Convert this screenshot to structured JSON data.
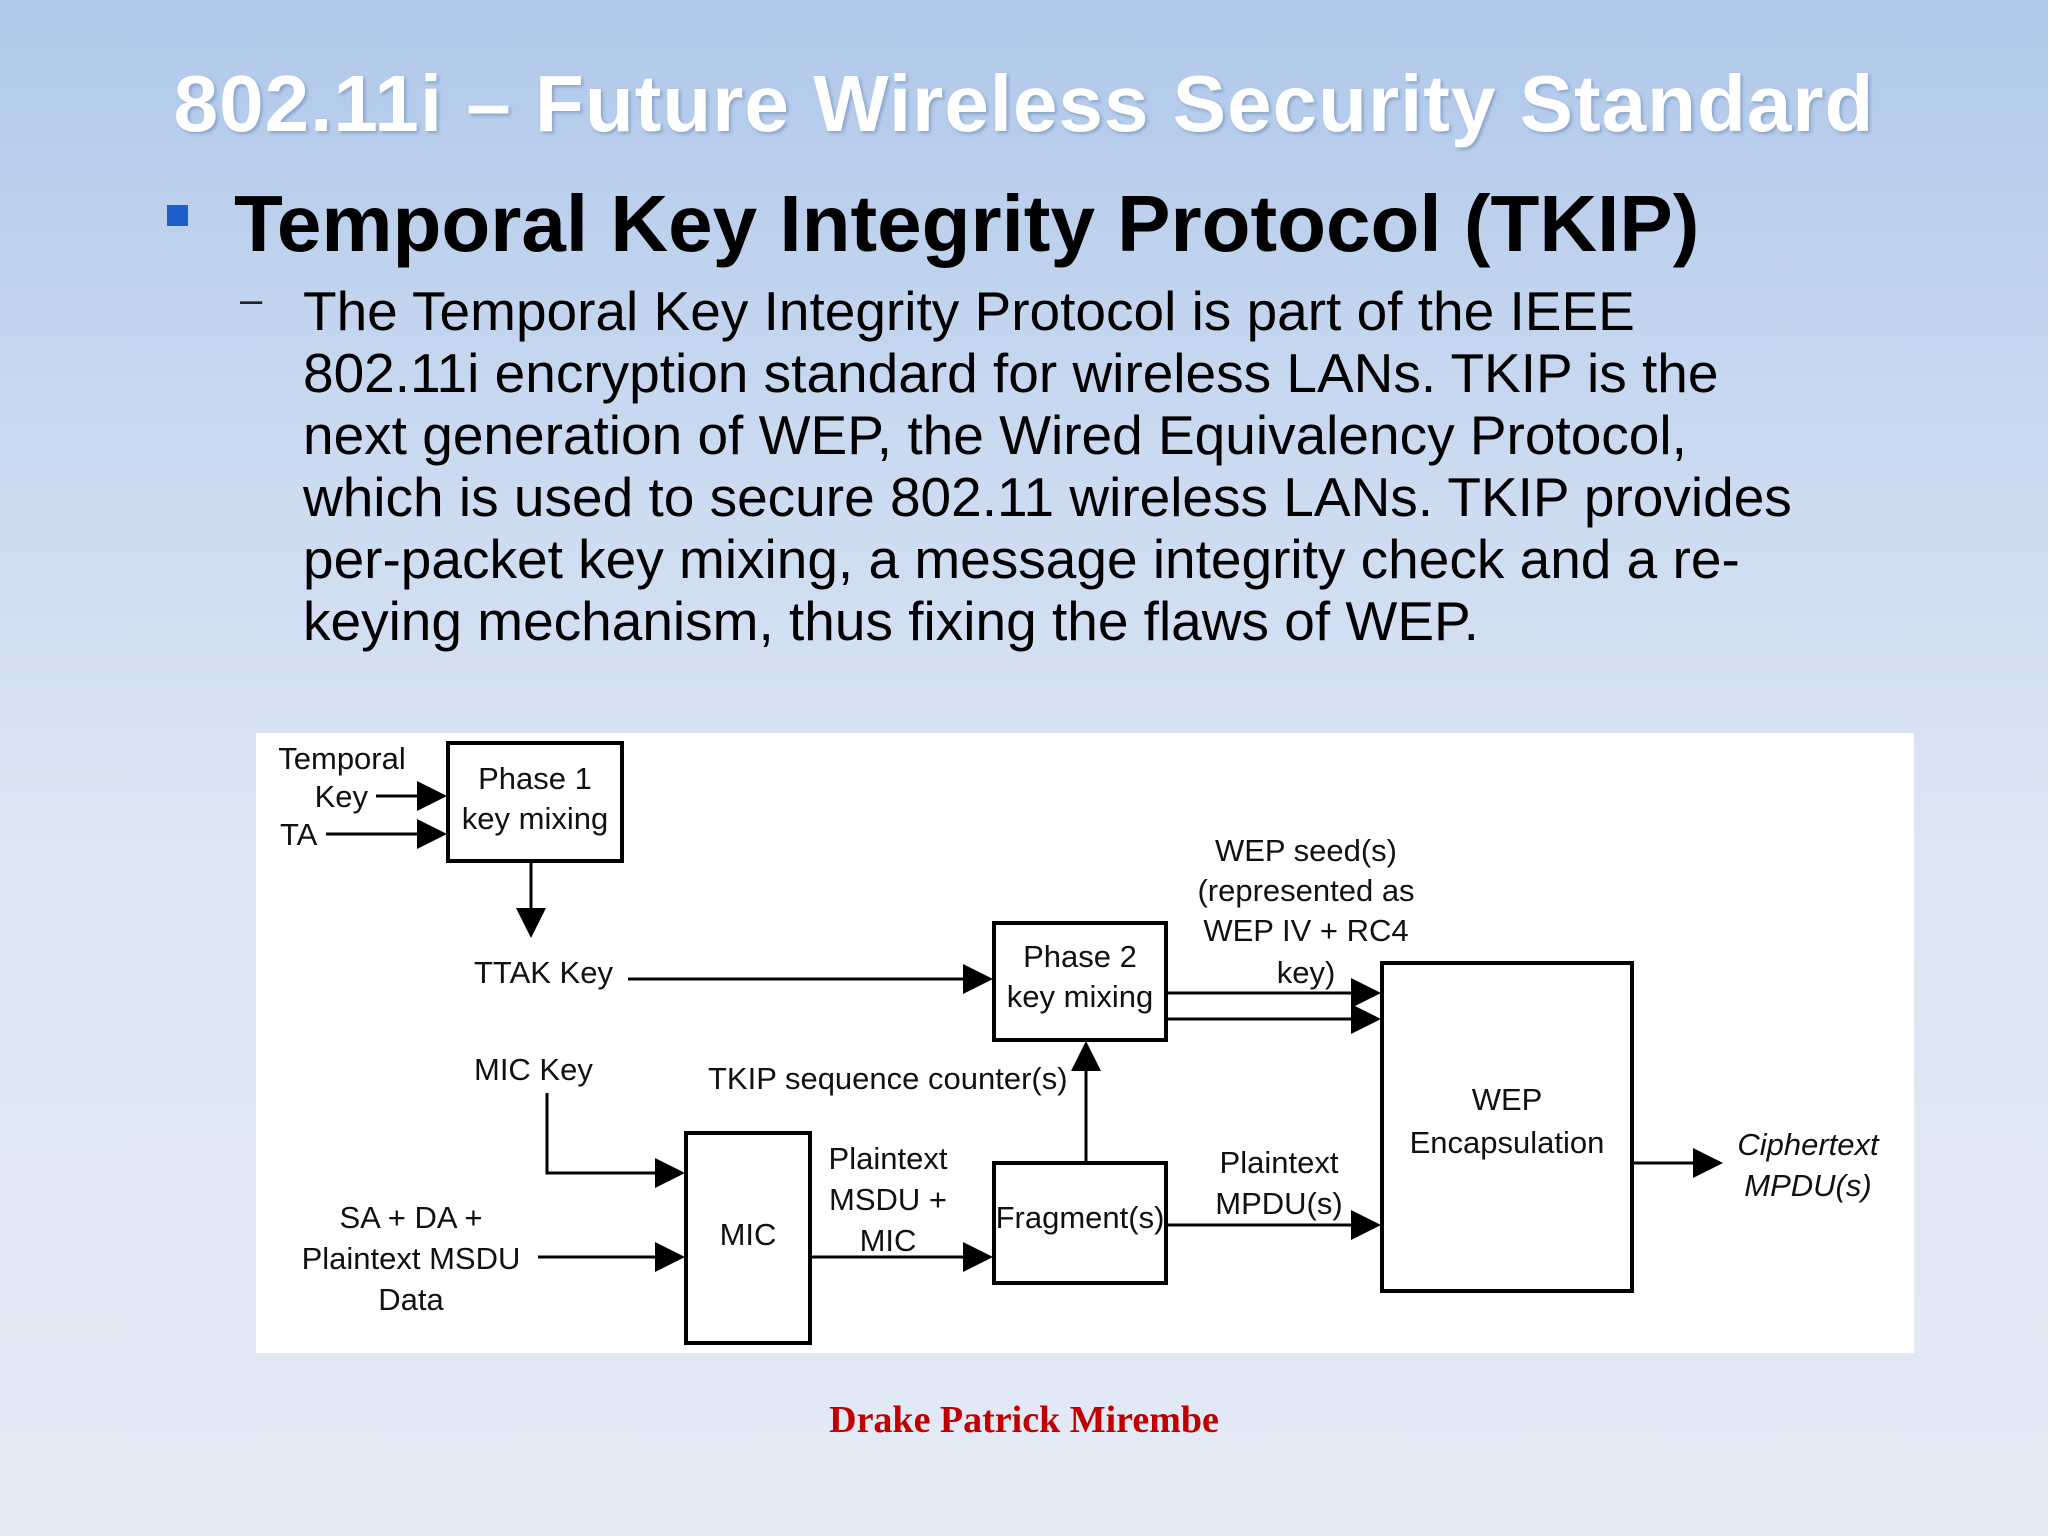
{
  "slide": {
    "title": "802.11i – Future Wireless Security Standard",
    "bullet_heading": "Temporal Key Integrity Protocol (TKIP)",
    "sub_dash": "–",
    "paragraph_lines": [
      "The Temporal Key Integrity Protocol is part of the IEEE",
      "802.11i encryption standard for wireless LANs. TKIP is the",
      "next generation of WEP, the Wired Equivalency Protocol,",
      "which is used to secure 802.11 wireless LANs. TKIP provides",
      "per-packet key mixing, a message integrity check and a re-",
      "keying mechanism, thus fixing the flaws of WEP."
    ],
    "footer": "Drake Patrick Mirembe",
    "bullet_color": "#1f5fcc",
    "footer_color": "#c00000"
  },
  "diagram": {
    "inputs": {
      "temporal_key": [
        "Temporal",
        "Key"
      ],
      "ta": "TA",
      "ttak_key": "TTAK Key",
      "mic_key": "MIC Key",
      "sa_da_data": [
        "SA + DA +",
        "Plaintext MSDU",
        "Data"
      ],
      "tkip_seq": "TKIP sequence counter(s)"
    },
    "boxes": {
      "phase1": [
        "Phase 1",
        "key mixing"
      ],
      "phase2": [
        "Phase 2",
        "key mixing"
      ],
      "mic": "MIC",
      "fragment": "Fragment(s)",
      "wep": [
        "WEP",
        "Encapsulation"
      ]
    },
    "edge_labels": {
      "wep_seed": [
        "WEP seed(s)",
        "(represented as",
        "WEP IV + RC4",
        "key)"
      ],
      "plaintext_msdu_mic": [
        "Plaintext",
        "MSDU +",
        "MIC"
      ],
      "plaintext_mpdu": [
        "Plaintext",
        "MPDU(s)"
      ],
      "ciphertext": [
        "Ciphertext",
        "MPDU(s)"
      ]
    }
  }
}
